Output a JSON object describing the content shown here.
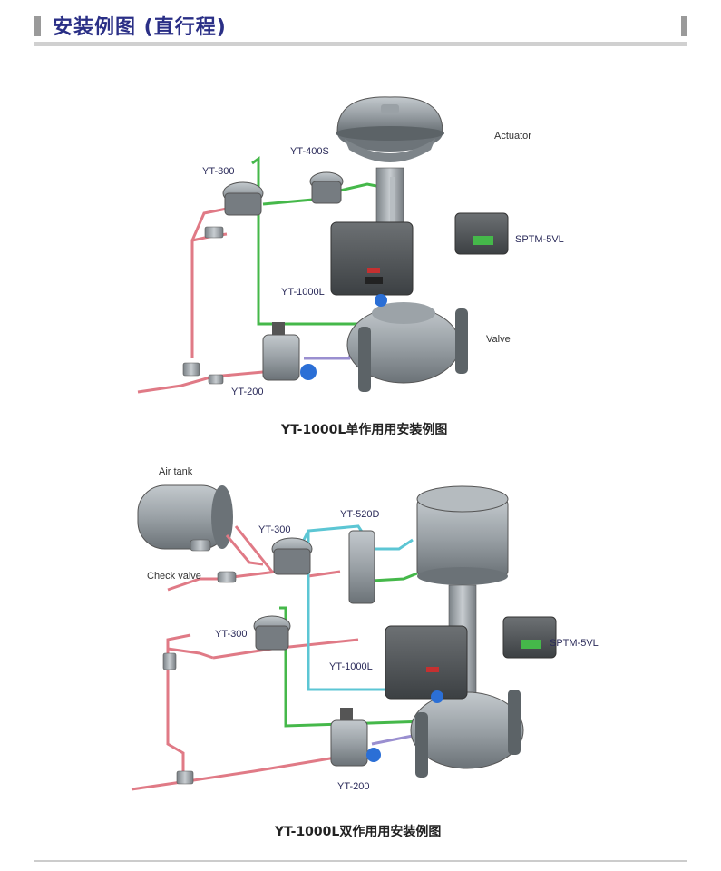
{
  "header": {
    "title": "安装例图 (直行程)"
  },
  "diagram1": {
    "caption": "YT-1000L单作用用安装例图",
    "labels": {
      "actuator": "Actuator",
      "yt400s": "YT-400S",
      "yt300": "YT-300",
      "sptm": "SPTM-5VL",
      "yt1000l": "YT-1000L",
      "valve": "Valve",
      "yt200": "YT-200"
    }
  },
  "diagram2": {
    "caption": "YT-1000L双作用用安装例图",
    "labels": {
      "airtank": "Air tank",
      "yt300a": "YT-300",
      "yt520d": "YT-520D",
      "checkvalve": "Check valve",
      "yt300b": "YT-300",
      "sptm": "SPTM-5VL",
      "yt1000l": "YT-1000L",
      "yt200": "YT-200"
    }
  },
  "colors": {
    "title": "#2a2f86",
    "pipe_red": "#e07a86",
    "pipe_green": "#45b84a",
    "pipe_cyan": "#5cc6d4",
    "pipe_purple": "#9a8fd0",
    "metal": "#8c9398",
    "label_dark": "#2b2b5a"
  }
}
